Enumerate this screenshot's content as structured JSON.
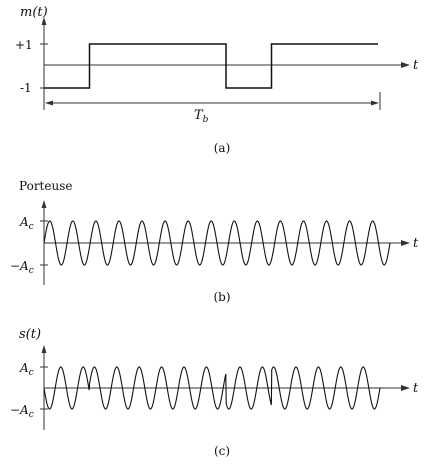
{
  "panel_a": {
    "ylabel": "m(t)",
    "ytick_high": "+1",
    "ytick_low": "-1",
    "xlabel": "t",
    "interval_label": "T",
    "interval_label_sub": "b",
    "caption": "(a)",
    "levels": [
      -1,
      1,
      1,
      1,
      -1,
      1
    ]
  },
  "panel_b": {
    "title": "Porteuse",
    "ytick_high": "A",
    "ytick_high_sub": "c",
    "ytick_low": "−A",
    "ytick_low_sub": "c",
    "xlabel": "t",
    "caption": "(b)",
    "cycles": 15
  },
  "panel_c": {
    "ylabel": "s(t)",
    "ytick_high": "A",
    "ytick_high_sub": "c",
    "ytick_low": "−A",
    "ytick_low_sub": "c",
    "xlabel": "t",
    "caption": "(c)",
    "cycles": 15
  },
  "colors": {
    "line": "#111111",
    "axis": "#333333",
    "background": "#ffffff"
  }
}
